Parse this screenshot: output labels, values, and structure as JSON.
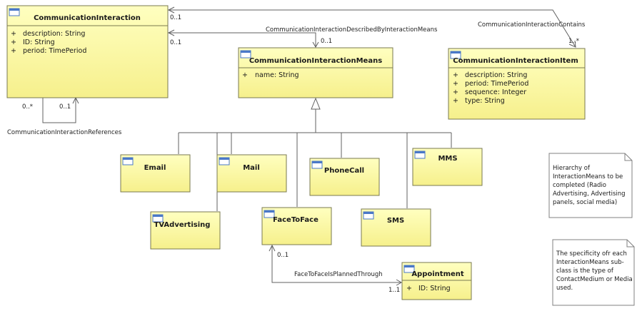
{
  "classes": {
    "communication_interaction": {
      "name": "CommunicationInteraction",
      "attributes": [
        {
          "visibility": "+",
          "text": "description: String"
        },
        {
          "visibility": "+",
          "text": "ID: String"
        },
        {
          "visibility": "+",
          "text": "period: TimePeriod"
        }
      ]
    },
    "communication_interaction_means": {
      "name": "CommunicationInteractionMeans",
      "attributes": [
        {
          "visibility": "+",
          "text": "name: String"
        }
      ]
    },
    "communication_interaction_item": {
      "name": "CommunicationInteractionItem",
      "attributes": [
        {
          "visibility": "+",
          "text": "description: String"
        },
        {
          "visibility": "+",
          "text": "period: TimePeriod"
        },
        {
          "visibility": "+",
          "text": "sequence: Integer"
        },
        {
          "visibility": "+",
          "text": "type: String"
        }
      ]
    },
    "email": {
      "name": "Email"
    },
    "mail": {
      "name": "Mail"
    },
    "phone_call": {
      "name": "PhoneCall"
    },
    "mms": {
      "name": "MMS"
    },
    "tv_advertising": {
      "name": "TVAdvertising"
    },
    "face_to_face": {
      "name": "FaceToFace"
    },
    "sms": {
      "name": "SMS"
    },
    "appointment": {
      "name": "Appointment",
      "attributes": [
        {
          "visibility": "+",
          "text": "ID: String"
        }
      ]
    }
  },
  "associations": {
    "described_by": {
      "name": "CommunicationInteractionDescribedByInteractionMeans",
      "source_mult": "0..1",
      "target_mult": "0..1"
    },
    "contains": {
      "name": "CommunicationInteractionContains",
      "source_mult": "0..1",
      "target_mult": "1..*"
    },
    "references": {
      "name": "CommunicationInteractionReferences",
      "source_mult": "0..*",
      "target_mult": "0..1"
    },
    "planned_through": {
      "name": "FaceToFaceIsPlannedThrough",
      "source_mult": "0..1",
      "target_mult": "1..1"
    }
  },
  "notes": {
    "hierarchy": [
      "Hierarchy of",
      "InteractionMeans to be",
      "completed (Radio",
      "Advertising, Advertising",
      "panels, social media)"
    ],
    "specificity": [
      "The specificity ofr each",
      "InteractionMeans sub-",
      "class is the type of",
      "ContactMedium or Media",
      "used."
    ]
  },
  "colors": {
    "class_fill": "#ffffa0",
    "class_border": "#7a7a50",
    "header_icon": "#4a78c8",
    "line": "#606060",
    "note_fill": "#ffffff"
  }
}
